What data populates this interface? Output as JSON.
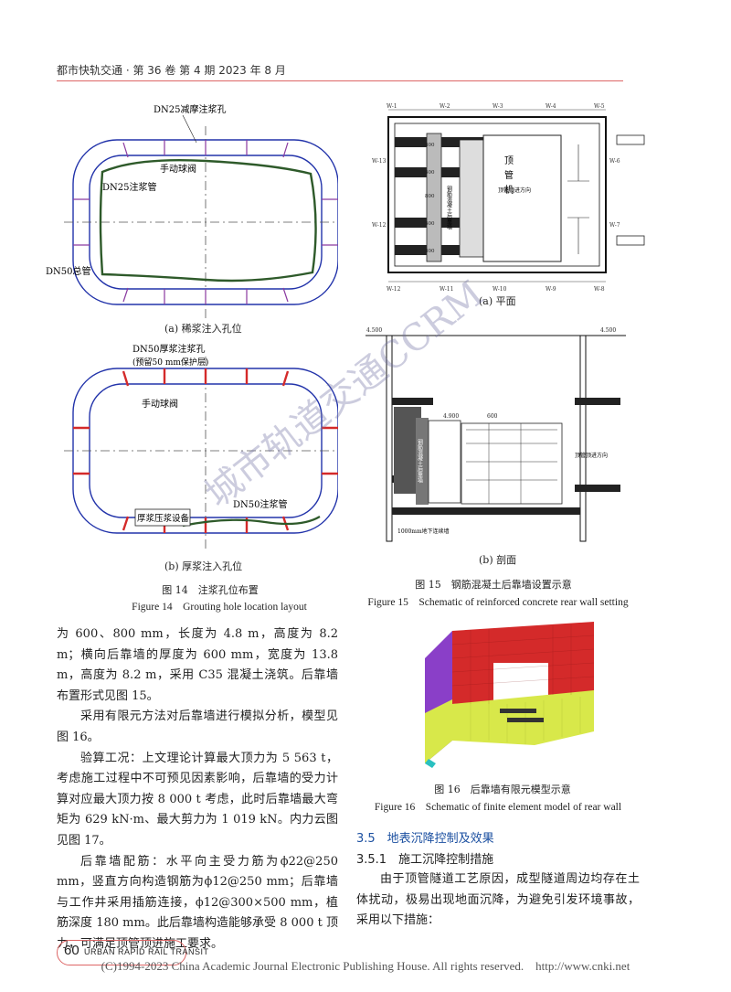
{
  "header": {
    "journal_line": "都市快轨交通 · 第 36 卷 第 4 期 2023 年 8 月"
  },
  "fig14a": {
    "label_dn25_reduce": "DN25减摩注浆孔",
    "label_valve": "手动球阀",
    "label_dn25_pipe": "DN25注浆管",
    "label_dn50_main": "DN50总管",
    "caption": "(a) 稀浆注入孔位"
  },
  "fig14b": {
    "label_dn50_thick": "DN50厚浆注浆孔",
    "label_protect": "(预留50 mm保护层)",
    "label_valve": "手动球阀",
    "label_pump": "厚浆压浆设备",
    "label_dn50_pipe": "DN50注浆管",
    "caption": "(b) 厚浆注入孔位"
  },
  "fig14": {
    "caption_cn": "图 14　注浆孔位布置",
    "caption_en": "Figure 14　Grouting hole location layout"
  },
  "fig15a": {
    "axis_top": [
      "W-1",
      "W-2",
      "W-3",
      "W-4",
      "W-5"
    ],
    "axis_bottom": [
      "W-12",
      "W-11",
      "W-10",
      "W-9",
      "W-8"
    ],
    "axis_left": [
      "W-13",
      "W-12"
    ],
    "axis_right": [
      "W-6",
      "W-7"
    ],
    "machine_label": "顶管机",
    "wall_label": "钢筋混凝土后靠墙",
    "direction_label": "顶管顶进方向",
    "dims": [
      "800",
      "600",
      "800",
      "600",
      "800"
    ],
    "caption": "(a) 平面"
  },
  "fig15b": {
    "level_left": "4.500",
    "level_right": "4.500",
    "level_mid": "4.900",
    "dim_600": "600",
    "wall_label": "钢筋混凝土后靠墙",
    "direction_label": "顶管顶进方向",
    "bottom_note": "1000mm地下连续墙",
    "caption": "(b) 剖面"
  },
  "fig15": {
    "caption_cn": "图 15　钢筋混凝土后靠墙设置示意",
    "caption_en": "Figure 15　Schematic of reinforced concrete rear wall setting"
  },
  "fig16": {
    "caption_cn": "图 16　后靠墙有限元模型示意",
    "caption_en": "Figure 16　Schematic of finite element model of rear wall"
  },
  "body_left": [
    "为 600、800 mm，长度为 4.8 m，高度为 8.2 m；横向后靠墙的厚度为 600 mm，宽度为 13.8 m，高度为 8.2 m，采用 C35 混凝土浇筑。后靠墙布置形式见图 15。",
    "采用有限元方法对后靠墙进行模拟分析，模型见图 16。",
    "验算工况：上文理论计算最大顶力为 5 563 t，考虑施工过程中不可预见因素影响，后靠墙的受力计算对应最大顶力按 8 000 t 考虑，此时后靠墙最大弯矩为 629 kN·m、最大剪力为 1 019 kN。内力云图见图 17。",
    "后靠墙配筋：水平向主受力筋为ϕ22@250 mm，竖直方向构造钢筋为ϕ12@250 mm；后靠墙与工作井采用插筋连接，ϕ12@300×500 mm，植筋深度 180 mm。此后靠墙构造能够承受 8 000 t 顶力，可满足顶管顶进施工要求。"
  ],
  "section_35": "3.5　地表沉降控制及效果",
  "section_351": "3.5.1　施工沉降控制措施",
  "body_right": "由于顶管隧道工艺原因，成型隧道周边均存在土体扰动，极易出现地面沉降，为避免引发环境事故，采用以下措施：",
  "footer": {
    "page_number": "60",
    "journal_en": "URBAN RAPID RAIL TRANSIT",
    "copyright": "(C)1994-2023 China Academic Journal Electronic Publishing House. All rights reserved.　http://www.cnki.net"
  },
  "watermark": "城市轨道交通CCRM",
  "colors": {
    "accent_red": "#d66666",
    "section_blue": "#1b4fa0",
    "fe_red": "#d42a2a",
    "fe_yellow": "#d8e84a",
    "fe_purple": "#8a3fc8"
  }
}
